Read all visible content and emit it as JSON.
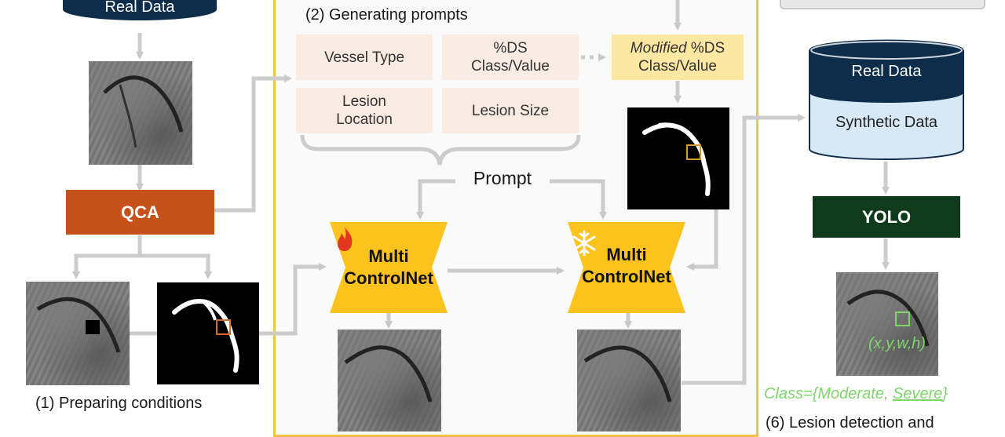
{
  "left_db": {
    "label": "Real Data"
  },
  "qca": {
    "label": "QCA"
  },
  "step1": {
    "label": "(1) Preparing conditions"
  },
  "step2": {
    "label": "(2) Generating prompts"
  },
  "prompt_boxes": {
    "vessel_type": "Vessel Type",
    "ds_line1": "%DS",
    "ds_line2": "Class/Value",
    "lesion_loc_line1": "Lesion",
    "lesion_loc_line2": "Location",
    "lesion_size": "Lesion Size"
  },
  "modified_box": {
    "line1_italic": "Modified",
    "line1_rest": " %DS",
    "line2": "Class/Value"
  },
  "prompt": {
    "label": "Prompt"
  },
  "controlnet_left": {
    "line1": "Multi",
    "line2": "ControlNet",
    "icon": "fire-icon"
  },
  "controlnet_right": {
    "line1": "Multi",
    "line2": "ControlNet",
    "icon": "snowflake-icon"
  },
  "right_db": {
    "top_label": "Real Data",
    "bottom_label": "Synthetic Data"
  },
  "yolo": {
    "label": "YOLO"
  },
  "detection": {
    "bbox_label": "(x,y,w,h)"
  },
  "class_line": {
    "prefix": "Class={",
    "moderate": "Moderate",
    "sep": ", ",
    "severe": "Severe",
    "suffix": "}"
  },
  "step6": {
    "label": "(6) Lesion detection and"
  },
  "colors": {
    "qca": "#c4521a",
    "yolo": "#0f3a1c",
    "controlnet": "#fcc21d",
    "frame": "#f3c343",
    "green_text": "#7fd46b"
  }
}
